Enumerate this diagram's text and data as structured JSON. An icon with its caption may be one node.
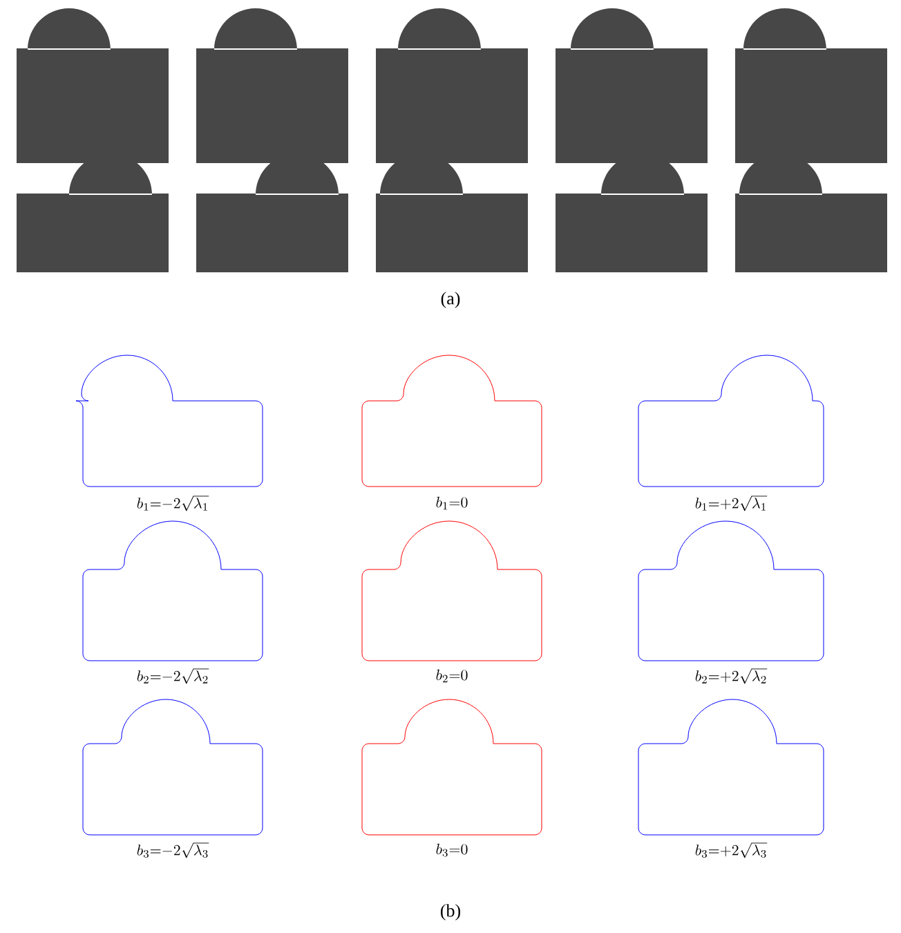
{
  "diagram": {
    "labels": [
      "(a)",
      "b_1{=}{-}2\\sqrt{\\lambda_1}",
      "b_1{=}0",
      "b_1{=}{+}2\\sqrt{\\lambda_1}",
      "b_2{=}{-}2\\sqrt{\\lambda_2}",
      "b_2{=}0",
      "b_2{=}{+}2\\sqrt{\\lambda_2}",
      "b_3{=}{-}2\\sqrt{\\lambda_3}",
      "b_3{=}0",
      "b_3{=}{+}2\\sqrt{\\lambda_3}",
      "(b)"
    ]
  }
}
